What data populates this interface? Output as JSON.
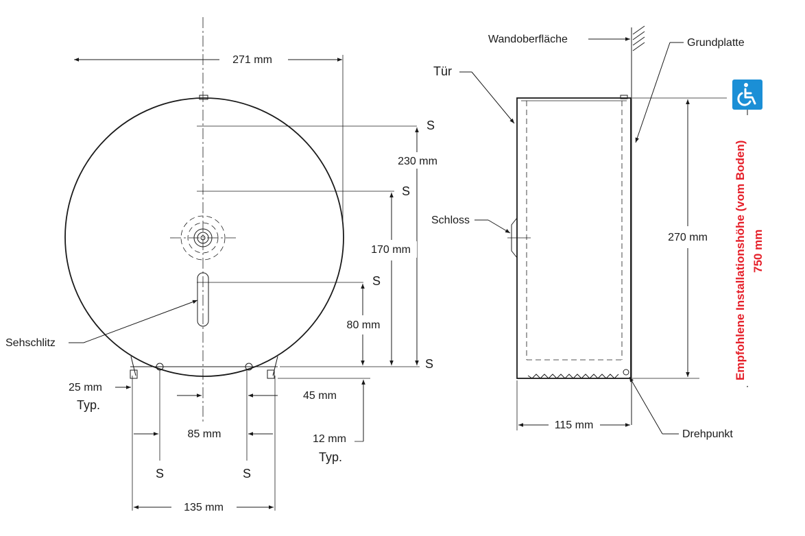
{
  "front": {
    "width": "271 mm",
    "s_labels": [
      "S",
      "S",
      "S",
      "S",
      "S",
      "S"
    ],
    "dim_230": "230 mm",
    "dim_170": "170 mm",
    "dim_80": "80 mm",
    "slot": "Sehschlitz",
    "dim_25": "25 mm",
    "typ_a": "Typ.",
    "dim_45": "45 mm",
    "dim_85": "85 mm",
    "dim_12": "12 mm",
    "typ_b": "Typ.",
    "dim_135": "135 mm"
  },
  "side": {
    "wall": "Wandoberfläche",
    "door": "Tür",
    "base_plate": "Grundplatte",
    "lock": "Schloss",
    "height": "270 mm",
    "depth": "115 mm",
    "pivot": "Drehpunkt"
  },
  "install": {
    "label": "Empfohlene Installationshöhe (vom Boden)",
    "value": "750 mm",
    "icon": "wheelchair-icon",
    "icon_color": "#1b8fd6",
    "text_color": "#e5202a"
  }
}
